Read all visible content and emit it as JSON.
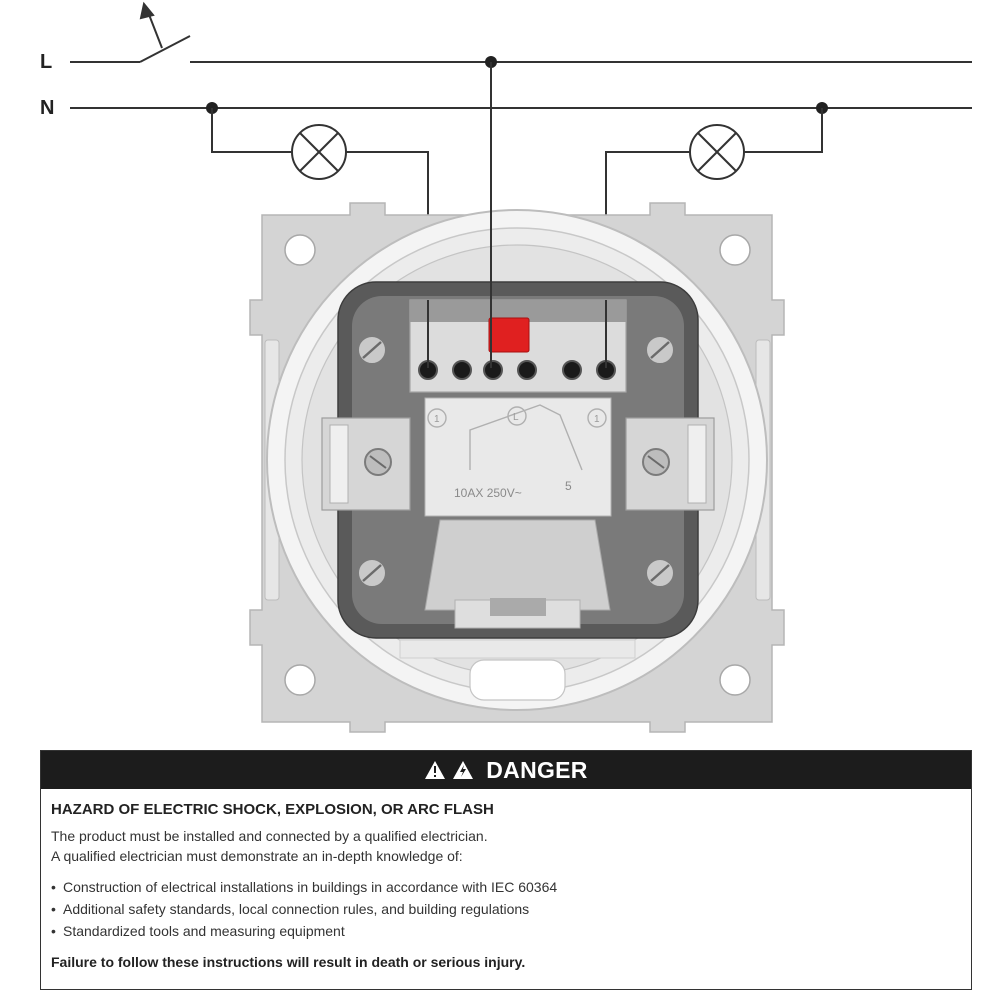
{
  "diagram": {
    "wire_L": "L",
    "wire_N": "N",
    "terminal_markings": {
      "left_symbol": "1",
      "center_symbol": "L",
      "right_symbol": "1",
      "rating": "10AX 250V~",
      "number": "5"
    }
  },
  "danger": {
    "header": "DANGER",
    "title": "HAZARD OF ELECTRIC SHOCK, EXPLOSION, OR ARC FLASH",
    "lines": [
      "The product must be installed and connected by a qualified electrician.",
      "A qualified electrician must demonstrate an in-depth knowledge of:"
    ],
    "bullets": [
      "Construction of electrical installations in buildings in accordance with IEC 60364",
      "Additional safety standards, local connection rules, and building regulations",
      "Standardized tools and measuring equipment"
    ],
    "warning": "Failure to follow these instructions will result in death or serious injury."
  },
  "colors": {
    "header_bg": "#1c1c1c",
    "wire": "#333333",
    "release_button": "#e02020",
    "frame": "#d2d2d2"
  }
}
